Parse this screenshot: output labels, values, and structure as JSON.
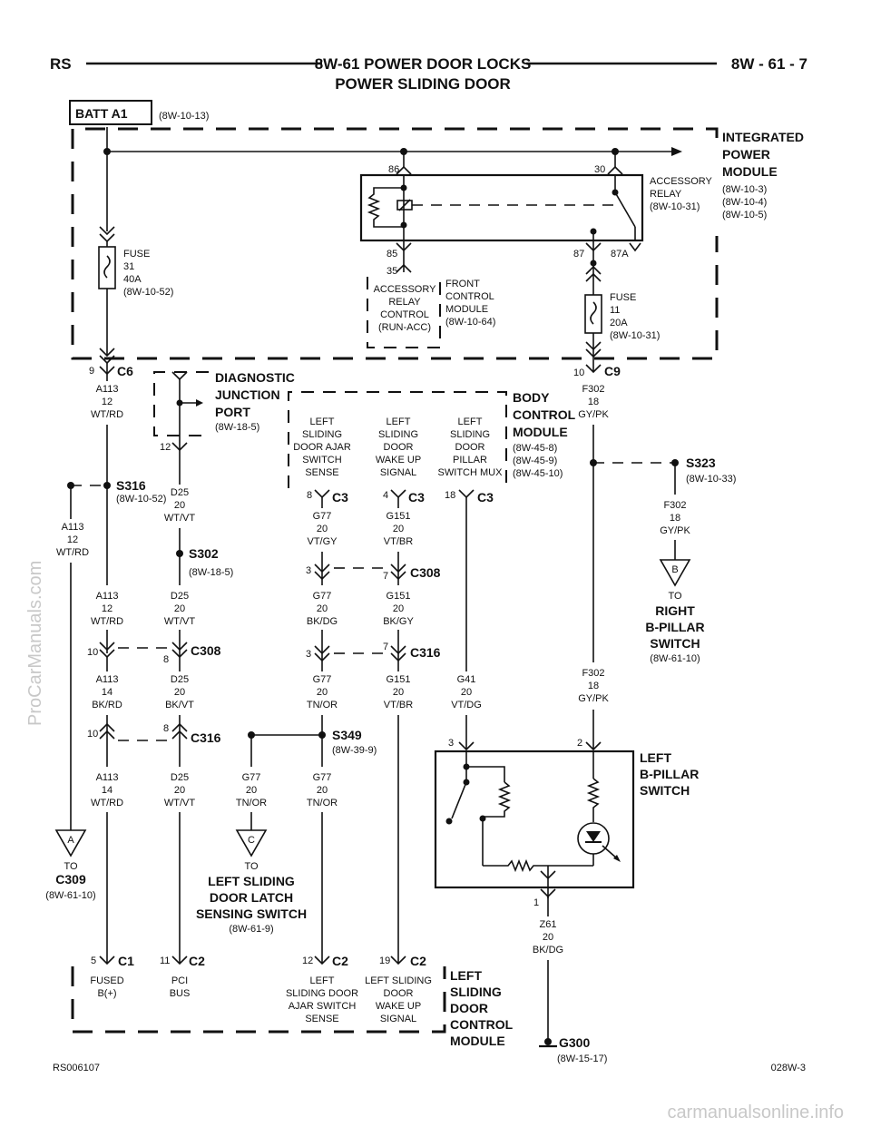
{
  "header": {
    "left": "RS",
    "title_line1": "8W-61 POWER DOOR LOCKS",
    "title_line2": "POWER SLIDING DOOR",
    "right": "8W - 61 - 7"
  },
  "batt": {
    "label": "BATT A1",
    "ref": "(8W-10-13)"
  },
  "ipm": {
    "name": [
      "INTEGRATED",
      "POWER",
      "MODULE"
    ],
    "refs": [
      "(8W-10-3)",
      "(8W-10-4)",
      "(8W-10-5)"
    ],
    "relay_label": [
      "ACCESSORY",
      "RELAY",
      "(8W-10-31)"
    ],
    "pins": [
      "86",
      "30",
      "85",
      "87",
      "87A",
      "35"
    ],
    "fuse31": [
      "FUSE",
      "31",
      "40A",
      "(8W-10-52)"
    ],
    "fuse11": [
      "FUSE",
      "11",
      "20A",
      "(8W-10-31)"
    ],
    "acc_ctrl": [
      "ACCESSORY",
      "RELAY",
      "CONTROL",
      "(RUN-ACC)"
    ],
    "fcm": [
      "FRONT",
      "CONTROL",
      "MODULE",
      "(8W-10-64)"
    ]
  },
  "connectors": {
    "c6": {
      "pin": "9",
      "name": "C6"
    },
    "c9": {
      "pin": "10",
      "name": "C9"
    },
    "c3a": {
      "pin": "8",
      "name": "C3"
    },
    "c3b": {
      "pin": "4",
      "name": "C3"
    },
    "c3c": {
      "pin": "18",
      "name": "C3"
    },
    "c308_mid": {
      "pin_a": "3",
      "pin_b": "7",
      "name": "C308"
    },
    "c316_mid": {
      "pin_a": "3",
      "pin_b": "7",
      "name": "C316"
    },
    "c308_left": {
      "pin_a": "10",
      "pin_b": "8",
      "name": "C308"
    },
    "c316_left": {
      "pin_a": "10",
      "pin_b": "8",
      "name": "C316"
    },
    "djp_pin": "12",
    "c1": {
      "pin": "5",
      "name": "C1"
    },
    "c2a": {
      "pin": "11",
      "name": "C2"
    },
    "c2b": {
      "pin": "12",
      "name": "C2"
    },
    "c2c": {
      "pin": "19",
      "name": "C2"
    },
    "bpillar_pins": [
      "3",
      "2",
      "1"
    ]
  },
  "wires": {
    "a113_12_top": [
      "A113",
      "12",
      "WT/RD"
    ],
    "a113_12_side": [
      "A113",
      "12",
      "WT/RD"
    ],
    "a113_12_mid": [
      "A113",
      "12",
      "WT/RD"
    ],
    "a113_14_bk": [
      "A113",
      "14",
      "BK/RD"
    ],
    "a113_14_wt": [
      "A113",
      "14",
      "WT/RD"
    ],
    "d25_top": [
      "D25",
      "20",
      "WT/VT"
    ],
    "d25_mid": [
      "D25",
      "20",
      "WT/VT"
    ],
    "d25_bk": [
      "D25",
      "20",
      "BK/VT"
    ],
    "d25_bot": [
      "D25",
      "20",
      "WT/VT"
    ],
    "g77_vt": [
      "G77",
      "20",
      "VT/GY"
    ],
    "g77_bk": [
      "G77",
      "20",
      "BK/DG"
    ],
    "g77_tn": [
      "G77",
      "20",
      "TN/OR"
    ],
    "g77_left": [
      "G77",
      "20",
      "TN/OR"
    ],
    "g77_right": [
      "G77",
      "20",
      "TN/OR"
    ],
    "g151_vt": [
      "G151",
      "20",
      "VT/BR"
    ],
    "g151_bk": [
      "G151",
      "20",
      "BK/GY"
    ],
    "g151_vt2": [
      "G151",
      "20",
      "VT/BR"
    ],
    "g41": [
      "G41",
      "20",
      "VT/DG"
    ],
    "f302_top": [
      "F302",
      "18",
      "GY/PK"
    ],
    "f302_s323": [
      "F302",
      "18",
      "GY/PK"
    ],
    "f302_low": [
      "F302",
      "18",
      "GY/PK"
    ],
    "z61": [
      "Z61",
      "20",
      "BK/DG"
    ]
  },
  "splices": {
    "s316": {
      "name": "S316",
      "ref": "(8W-10-52)"
    },
    "s302": {
      "name": "S302",
      "ref": "(8W-18-5)"
    },
    "s349": {
      "name": "S349",
      "ref": "(8W-39-9)"
    },
    "s323": {
      "name": "S323",
      "ref": "(8W-10-33)"
    },
    "g300": {
      "name": "G300",
      "ref": "(8W-15-17)"
    }
  },
  "djp": {
    "name": [
      "DIAGNOSTIC",
      "JUNCTION",
      "PORT"
    ],
    "ref": "(8W-18-5)"
  },
  "bcm": {
    "name": [
      "BODY",
      "CONTROL",
      "MODULE"
    ],
    "refs": [
      "(8W-45-8)",
      "(8W-45-9)",
      "(8W-45-10)"
    ],
    "func1": [
      "LEFT",
      "SLIDING",
      "DOOR AJAR",
      "SWITCH",
      "SENSE"
    ],
    "func2": [
      "LEFT",
      "SLIDING",
      "DOOR",
      "WAKE UP",
      "SIGNAL"
    ],
    "func3": [
      "LEFT",
      "SLIDING",
      "DOOR",
      "PILLAR",
      "SWITCH MUX"
    ]
  },
  "offpage": {
    "a": {
      "letter": "A",
      "to": "TO",
      "name": "C309",
      "ref": "(8W-61-10)"
    },
    "b": {
      "letter": "B",
      "to": "TO",
      "name": [
        "RIGHT",
        "B-PILLAR",
        "SWITCH"
      ],
      "ref": "(8W-61-10)"
    },
    "c": {
      "letter": "C",
      "to": "TO",
      "name": [
        "LEFT SLIDING",
        "DOOR LATCH",
        "SENSING SWITCH"
      ],
      "ref": "(8W-61-9)"
    }
  },
  "bpillar": {
    "name": [
      "LEFT",
      "B-PILLAR",
      "SWITCH"
    ]
  },
  "lsdcm": {
    "name": [
      "LEFT",
      "SLIDING",
      "DOOR",
      "CONTROL",
      "MODULE"
    ],
    "func1": [
      "FUSED",
      "B(+)"
    ],
    "func2": [
      "PCI",
      "BUS"
    ],
    "func3": [
      "LEFT",
      "SLIDING DOOR",
      "AJAR SWITCH",
      "SENSE"
    ],
    "func4": [
      "LEFT SLIDING",
      "DOOR",
      "WAKE UP",
      "SIGNAL"
    ]
  },
  "footer": {
    "left": "RS006107",
    "right": "028W-3"
  },
  "watermarks": {
    "side": "ProCarManuals.com",
    "bottom": "carmanualsonline.info"
  }
}
